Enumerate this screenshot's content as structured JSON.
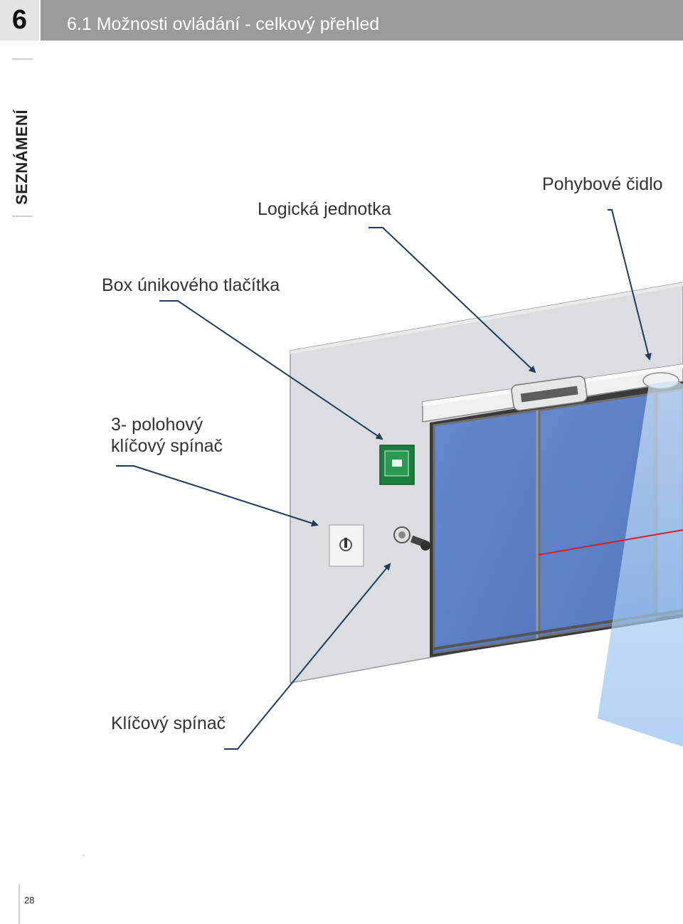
{
  "header": {
    "chapter_number": "6",
    "title": "6.1 Možnosti ovládání - celkový přehled"
  },
  "sidebar": {
    "section_label": "SEZNÁMENÍ"
  },
  "callouts": {
    "logic_unit": "Logická jednotka",
    "motion_sensor": "Pohybové čidlo",
    "escape_button_box": "Box únikového tlačítka",
    "three_position_switch_line1": "3- polohový",
    "three_position_switch_line2": "klíčový spínač",
    "key_switch": "Klíčový spínač"
  },
  "colors": {
    "header_bar": "#9b9b9b",
    "chapter_box": "#e4e4e4",
    "wall": "#d9dadc",
    "door_glass": "#5b82c8",
    "arrow": "#1f3b5e",
    "sensor_beam": "#a9cdf0",
    "safety_beam": "#d0202a",
    "escape_box": "#1b7e3f"
  },
  "footer": {
    "page_number": "28",
    "mark": "-"
  }
}
